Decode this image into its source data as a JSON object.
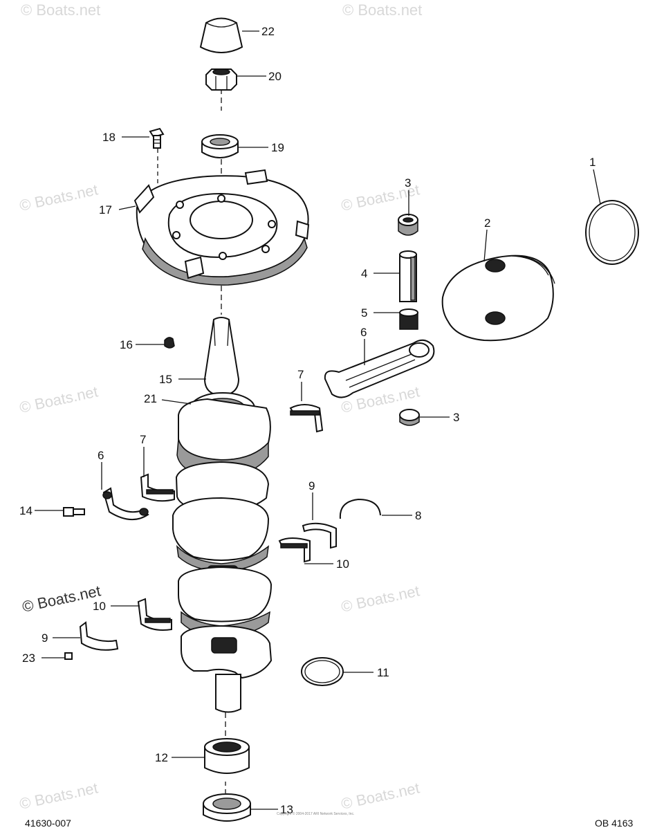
{
  "watermark": "© Boats.net",
  "copyright": "Copyright © 2004-2017 ARI Network Services, Inc.",
  "drawing_number": "41630-007",
  "figure_code": "OB 4163",
  "callouts": {
    "c1": "1",
    "c2": "2",
    "c3a": "3",
    "c3b": "3",
    "c4": "4",
    "c5": "5",
    "c6a": "6",
    "c6b": "6",
    "c7a": "7",
    "c7b": "7",
    "c8": "8",
    "c9a": "9",
    "c9b": "9",
    "c10a": "10",
    "c10b": "10",
    "c11": "11",
    "c12": "12",
    "c13": "13",
    "c14": "14",
    "c15": "15",
    "c16": "16",
    "c17": "17",
    "c18": "18",
    "c19": "19",
    "c20": "20",
    "c21": "21",
    "c22": "22",
    "c23": "23"
  }
}
